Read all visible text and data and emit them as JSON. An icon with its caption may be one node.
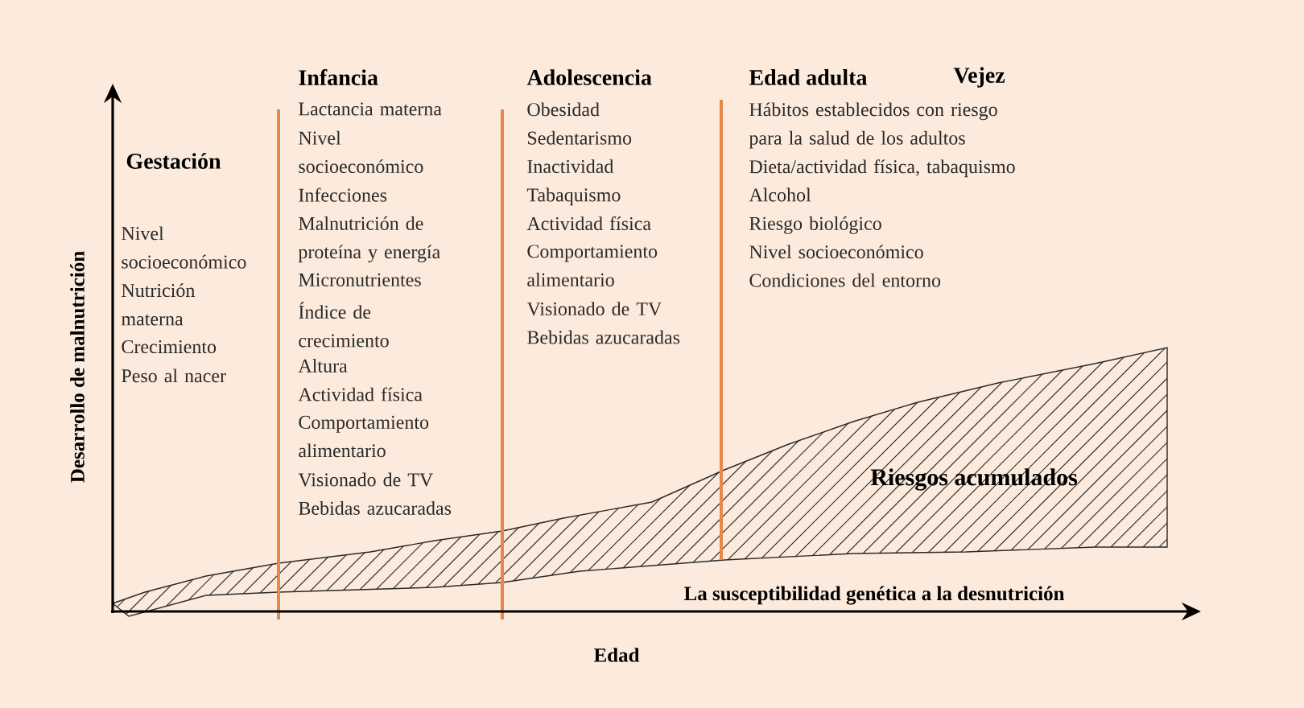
{
  "diagram": {
    "labels": [
      "Gestación",
      "Nivel socioeconómico",
      "Nutrición materna",
      "Crecimiento",
      "Peso al nacer",
      "Infancia",
      "Lactancia materna",
      "Nivel socioeconómico",
      "Infecciones",
      "Malnutrición de proteína y energía",
      "Micronutrientes",
      "Índice de crecimiento",
      "Altura",
      "Actividad física",
      "Comportamiento alimentario",
      "Visionado de TV",
      "Bebidas azucaradas",
      "Adolescencia",
      "Obesidad",
      "Sedentarismo",
      "Inactividad",
      "Tabaquismo",
      "Actividad física",
      "Comportamiento alimentario",
      "Visionado de TV",
      "Bebidas azucaradas",
      "Edad adulta",
      "Vejez",
      "Hábitos establecidos con riesgo para la salud de los adultos",
      "Dieta/actividad física, tabaquismo",
      "Alcohol",
      "Riesgo biológico",
      "Nivel socioeconómico",
      "Condiciones del entorno",
      "Riesgos acumulados",
      "La susceptibilidad genética a la desnutrición",
      "Desarrollo de malnutrición",
      "Edad"
    ]
  }
}
